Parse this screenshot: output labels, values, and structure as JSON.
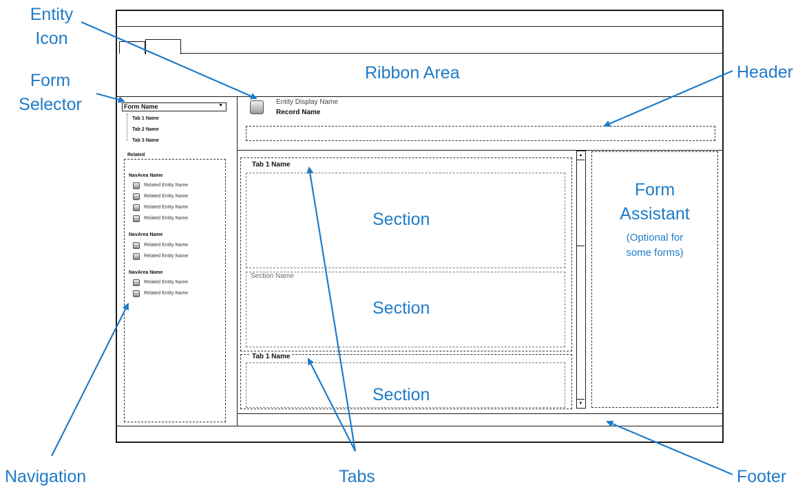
{
  "callouts": {
    "entity_icon": [
      "Entity",
      "Icon"
    ],
    "form_selector": [
      "Form",
      "Selector"
    ],
    "header": "Header",
    "navigation": "Navigation",
    "tabs": "Tabs",
    "footer": "Footer"
  },
  "ribbon": {
    "label": "Ribbon Area"
  },
  "form_selector": {
    "dropdown_value": "Form Name",
    "dropdown_arrow": "▼",
    "tabs": [
      "Tab 1 Name",
      "Tab 2 Name",
      "Tab 3 Name"
    ]
  },
  "navigation": {
    "related_label": "Related",
    "areas": [
      {
        "title": "NavArea Name",
        "items": [
          "Related Entity Name",
          "Related Entity Name",
          "Related Entity Name",
          "Related Entity Name"
        ]
      },
      {
        "title": "NavArea Name",
        "items": [
          "Related Entity Name",
          "Related Entity Name"
        ]
      },
      {
        "title": "NavArea Name",
        "items": [
          "Related Entity Name",
          "Related Entity Name"
        ]
      }
    ]
  },
  "header": {
    "entity_display_name": "Entity Display Name",
    "record_name": "Record Name"
  },
  "body": {
    "tab1_title": "Tab 1 Name",
    "tab2_title": "Tab 1 Name",
    "section_name": "Section Name",
    "section_label": "Section",
    "scroll_up": "▲",
    "scroll_down": "▼"
  },
  "form_assistant": {
    "title_line1": "Form",
    "title_line2": "Assistant",
    "note_line1": "(Optional for",
    "note_line2": "some forms)"
  },
  "colors": {
    "annotation": "#1f7bc8",
    "wireframe": "#1a1a1a"
  }
}
